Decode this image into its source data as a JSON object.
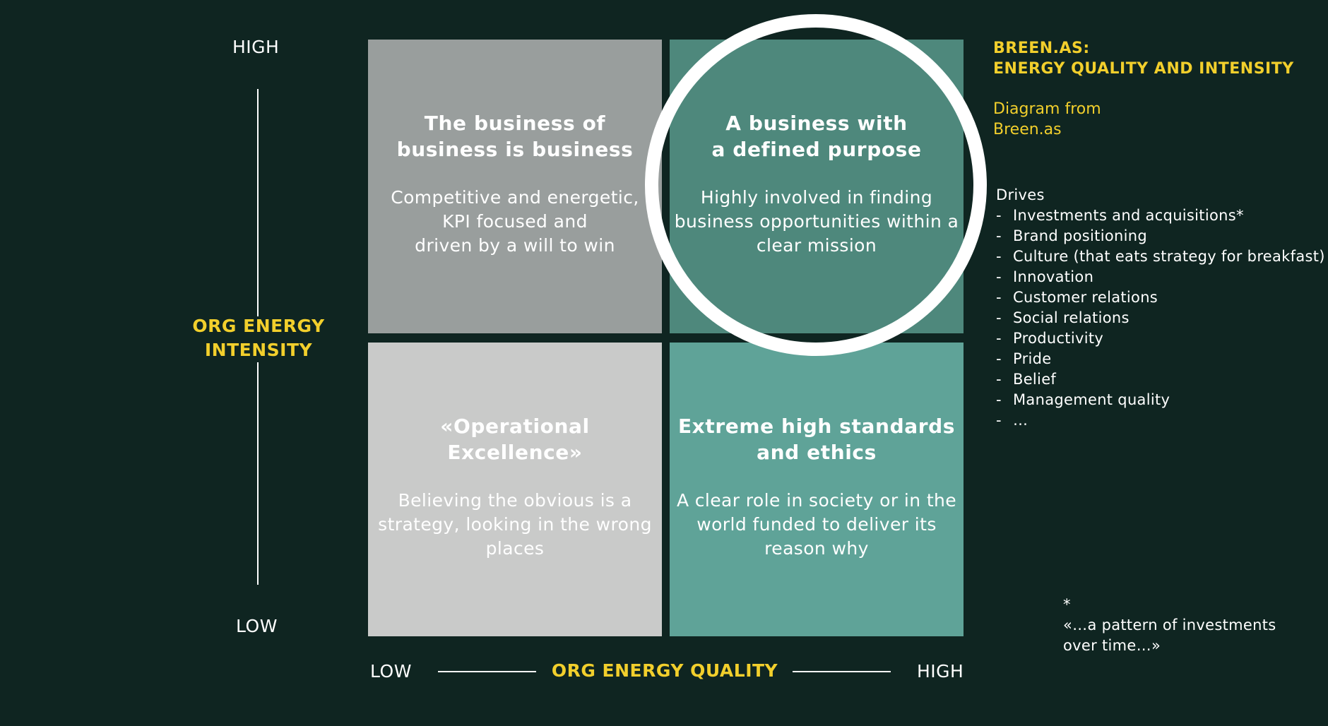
{
  "axes": {
    "y": {
      "title_line1": "ORG ENERGY",
      "title_line2": "INTENSITY",
      "high": "HIGH",
      "low": "LOW"
    },
    "x": {
      "title": "ORG ENERGY QUALITY",
      "low": "LOW",
      "high": "HIGH"
    }
  },
  "quadrants": {
    "top_left": {
      "title": "The business of\nbusiness is business",
      "description": "Competitive and energetic,\nKPI focused and\ndriven by a will to win"
    },
    "top_right": {
      "title": "A business with\na defined purpose",
      "description": "Highly involved in finding\nbusiness opportunities within a\nclear mission"
    },
    "bottom_left": {
      "title": "«Operational\nExcellence»",
      "description": "Believing the obvious is a\nstrategy, looking in the wrong\nplaces"
    },
    "bottom_right": {
      "title": "Extreme high standards\nand ethics",
      "description": "A clear role in society or in the\nworld funded to deliver its\nreason why"
    }
  },
  "side": {
    "title_line1": "BREEN.AS:",
    "title_line2": "ENERGY QUALITY AND INTENSITY",
    "source": "Diagram from\nBreen.as",
    "drives_heading": "Drives",
    "drives": [
      "Investments and acquisitions*",
      "Brand positioning",
      "Culture (that eats strategy for breakfast)",
      "Innovation",
      "Customer relations",
      "Social relations",
      "Productivity",
      "Pride",
      "Belief",
      "Management quality",
      "…"
    ],
    "note": "*\n«…a pattern of investments\nover time…»"
  },
  "colors": {
    "background": "#0f2521",
    "accent": "#f2cf2c",
    "top_left": "#999e9d",
    "top_right": "#4e887c",
    "bottom_left": "#c9cac9",
    "bottom_right": "#5fa398",
    "ring": "#ffffff"
  }
}
